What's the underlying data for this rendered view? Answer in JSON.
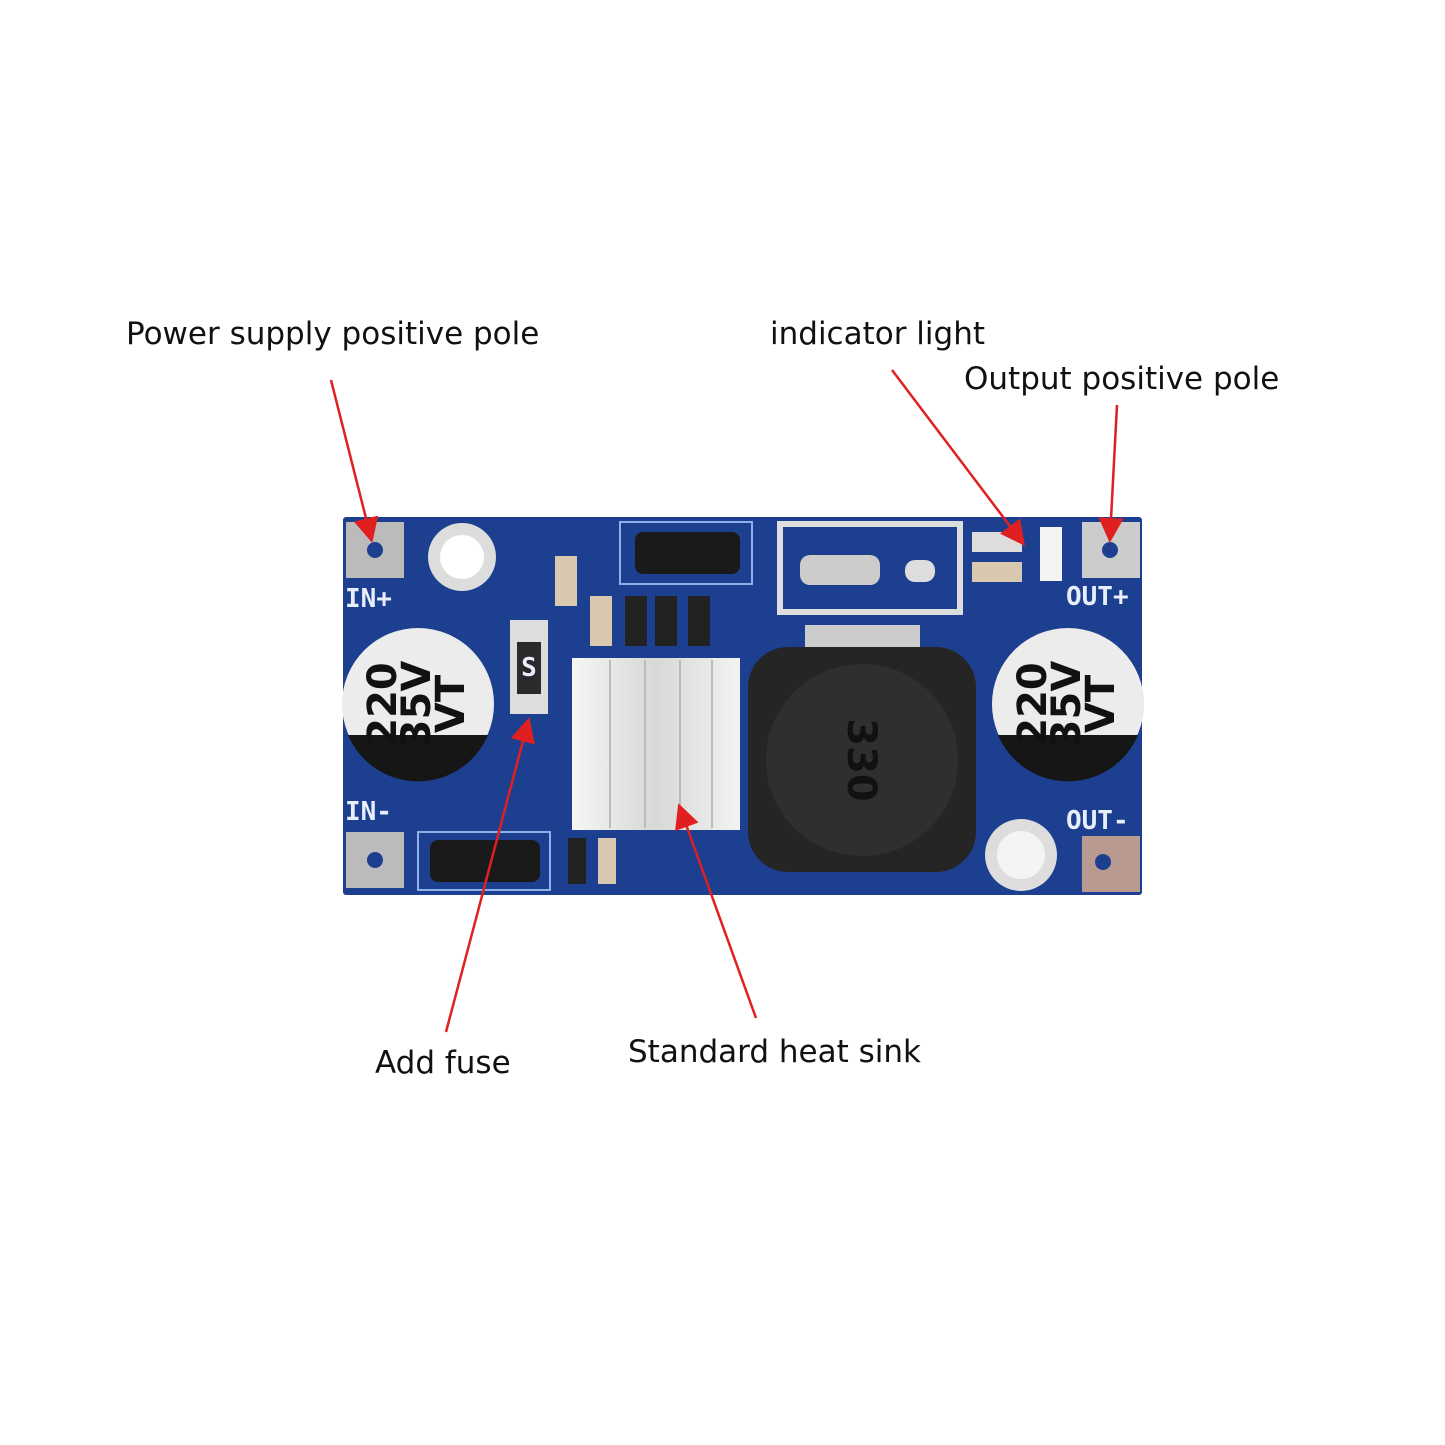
{
  "labels": {
    "power_positive": "Power supply positive pole",
    "indicator": "indicator light",
    "output_positive": "Output positive pole",
    "fuse": "Add fuse",
    "heat_sink": "Standard heat sink"
  },
  "board": {
    "in_plus": "IN+",
    "in_minus": "IN-",
    "out_plus": "OUT+",
    "out_minus": "OUT-",
    "cap_value": "220",
    "cap_voltage": "35V",
    "cap_series": "VT",
    "inductor": "330",
    "fuse_mark": "S"
  },
  "colors": {
    "pcb": "#1d3f8f",
    "arrow": "#e02020"
  }
}
